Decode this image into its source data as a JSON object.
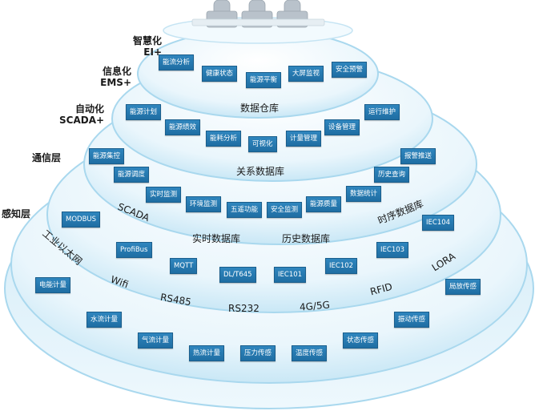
{
  "layer_labels": {
    "ei_line1": "智慧化",
    "ei_line2": "EI+",
    "ems_line1": "信息化",
    "ems_line2": "EMS+",
    "scada_line1": "自动化",
    "scada_line2": "SCADA+",
    "comm": "通信层",
    "sense": "感知层"
  },
  "ei": {
    "tags": [
      "能流分析",
      "健康状态",
      "能源平衡",
      "大屏监视",
      "安全预警"
    ],
    "band": "数据仓库"
  },
  "ems": {
    "tags": [
      "能源计划",
      "运行维护",
      "能源绩效",
      "能耗分析",
      "可视化",
      "计量管理",
      "设备管理"
    ],
    "band": "关系数据库"
  },
  "scada": {
    "tags": [
      "能源集控",
      "报警推送",
      "能源调度",
      "历史查询",
      "实时监测",
      "环境监测",
      "五遥功能",
      "安全监测",
      "能源质量",
      "数据统计"
    ],
    "band_left": "SCADA",
    "band_mid1": "实时数据库",
    "band_mid2": "历史数据库",
    "band_right": "时序数据库"
  },
  "comm": {
    "tags": [
      "MODBUS",
      "IEC104",
      "ProfiBus",
      "IEC103",
      "MQTT",
      "DL/T645",
      "IEC101",
      "IEC102"
    ],
    "band_left": "工业以太网",
    "band_wifi": "Wifi",
    "band_rs485": "RS485",
    "band_rs232": "RS232",
    "band_4g": "4G/5G",
    "band_rfid": "RFID",
    "band_lora": "LORA"
  },
  "sense": {
    "tags": [
      "电能计量",
      "局放传感",
      "水流计量",
      "振动传感",
      "气流计量",
      "状态传感",
      "热流计量",
      "压力传感",
      "温度传感"
    ]
  },
  "colors": {
    "tag_fill": "#2477ad",
    "ring_fill": "#dff0f8",
    "ring_edge": "#9fd2ec"
  }
}
